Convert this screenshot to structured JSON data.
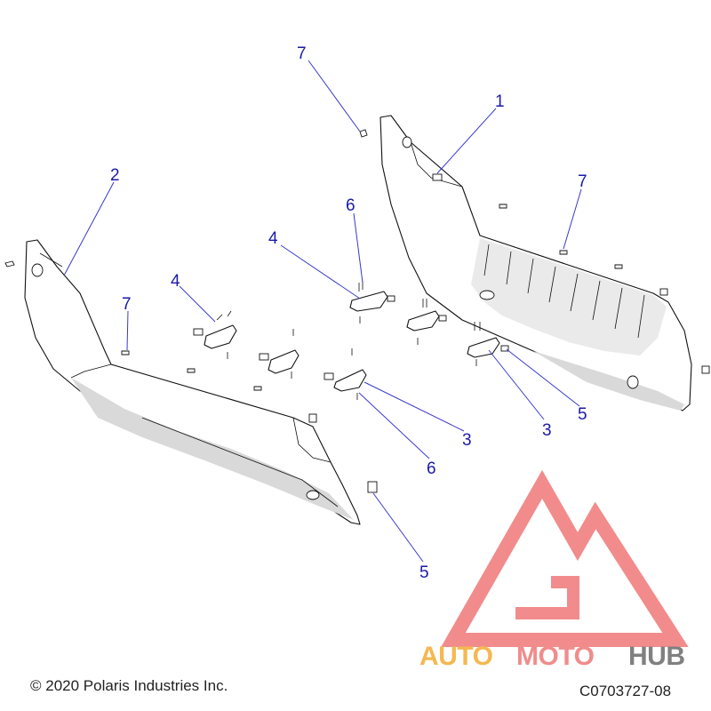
{
  "callouts": [
    {
      "id": "c7a",
      "label": "7"
    },
    {
      "id": "c1",
      "label": "1"
    },
    {
      "id": "c2",
      "label": "2"
    },
    {
      "id": "c7b",
      "label": "7"
    },
    {
      "id": "c6a",
      "label": "6"
    },
    {
      "id": "c4a",
      "label": "4"
    },
    {
      "id": "c4b",
      "label": "4"
    },
    {
      "id": "c7c",
      "label": "7"
    },
    {
      "id": "c3a",
      "label": "3"
    },
    {
      "id": "c3b",
      "label": "3"
    },
    {
      "id": "c5a",
      "label": "5"
    },
    {
      "id": "c6b",
      "label": "6"
    },
    {
      "id": "c5b",
      "label": "5"
    }
  ],
  "footer": {
    "copyright": "© 2020 Polaris Industries Inc.",
    "drawing_code": "C0703727-08"
  },
  "watermark": {
    "text_part1": "AUTO",
    "text_part2": "MOTO",
    "text_part3": "HUB",
    "colors": {
      "auto": "#f5b850",
      "moto": "#f08c8c",
      "hub": "#808080",
      "logo": "#f07878"
    }
  }
}
